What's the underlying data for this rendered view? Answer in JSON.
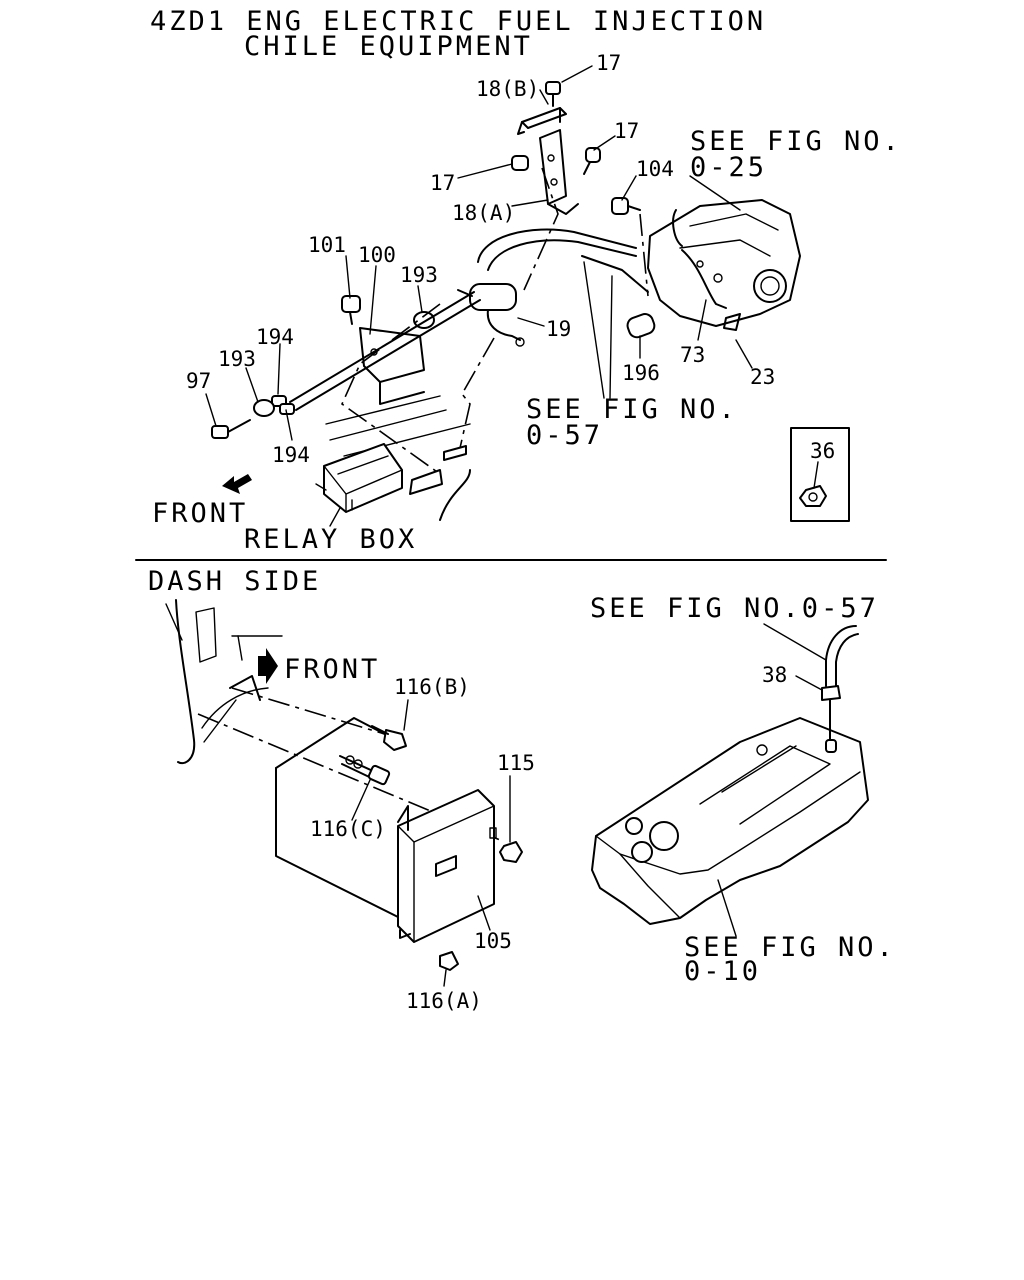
{
  "title": {
    "line1": "4ZD1 ENG ELECTRIC FUEL INJECTION",
    "line2": "CHILE EQUIPMENT"
  },
  "top_section": {
    "callouts": {
      "p17_top": "17",
      "p18b": "18(B)",
      "p17_right": "17",
      "p17_left": "17",
      "p18a": "18(A)",
      "p104": "104",
      "p101": "101",
      "p100": "100",
      "p193_top": "193",
      "p19": "19",
      "p194_top": "194",
      "p193_left": "193",
      "p97": "97",
      "p194_bottom": "194",
      "p196": "196",
      "p73": "73",
      "p23": "23",
      "p36": "36"
    },
    "refs": {
      "see_fig_025_line1": "SEE FIG NO.",
      "see_fig_025_line2": "0-25",
      "see_fig_057_line1": "SEE FIG NO.",
      "see_fig_057_line2": "0-57"
    },
    "front_label": "FRONT",
    "relay_box_label": "RELAY BOX"
  },
  "bottom_section": {
    "dash_side_label": "DASH SIDE",
    "front_label": "FRONT",
    "callouts": {
      "p116b": "116(B)",
      "p115": "115",
      "p116c": "116(C)",
      "p105": "105",
      "p116a": "116(A)",
      "p38": "38"
    },
    "refs": {
      "see_fig_057": "SEE FIG NO.0-57",
      "see_fig_010_line1": "SEE FIG NO.",
      "see_fig_010_line2": "0-10"
    }
  }
}
